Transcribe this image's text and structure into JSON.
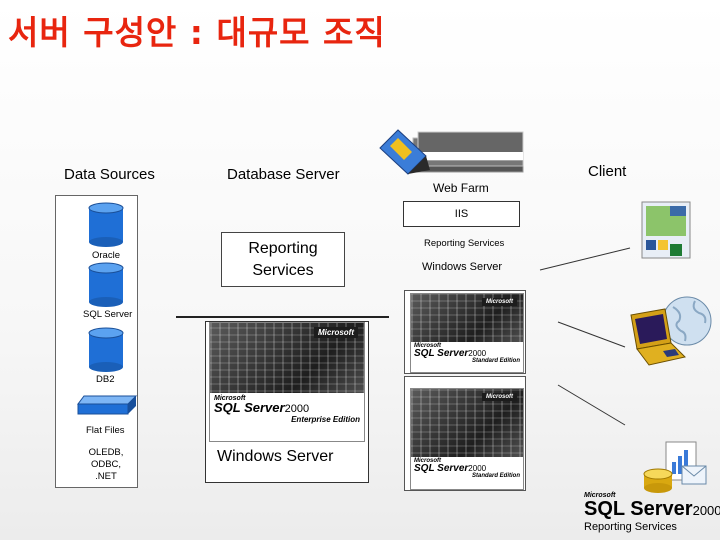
{
  "slide": {
    "title": "서버 구성안 : 대규모 조직",
    "columns": {
      "data_sources": "Data Sources",
      "database_server": "Database Server",
      "web_farm": "Web Farm",
      "client": "Client"
    }
  },
  "data_sources": {
    "items": [
      "Oracle",
      "SQL Server",
      "DB2",
      "Flat Files"
    ],
    "connectors": [
      "OLEDB,",
      "ODBC,",
      ".NET"
    ]
  },
  "database_server": {
    "reporting_services": "Reporting Services",
    "windows_server": "Windows Server",
    "product": {
      "ms": "Microsoft",
      "sql": "SQL Server",
      "year": "2000",
      "edition": "Enterprise Edition"
    }
  },
  "web_farm": {
    "iis": "IIS",
    "reporting_services": "Reporting Services",
    "windows_server": "Windows Server",
    "product": {
      "ms": "Microsoft",
      "sql": "SQL Server",
      "year": "2000",
      "edition": "Standard Edition"
    }
  },
  "branding": {
    "ms": "Microsoft",
    "sql": "SQL Server",
    "year": "2000",
    "sub": "Reporting Services"
  }
}
